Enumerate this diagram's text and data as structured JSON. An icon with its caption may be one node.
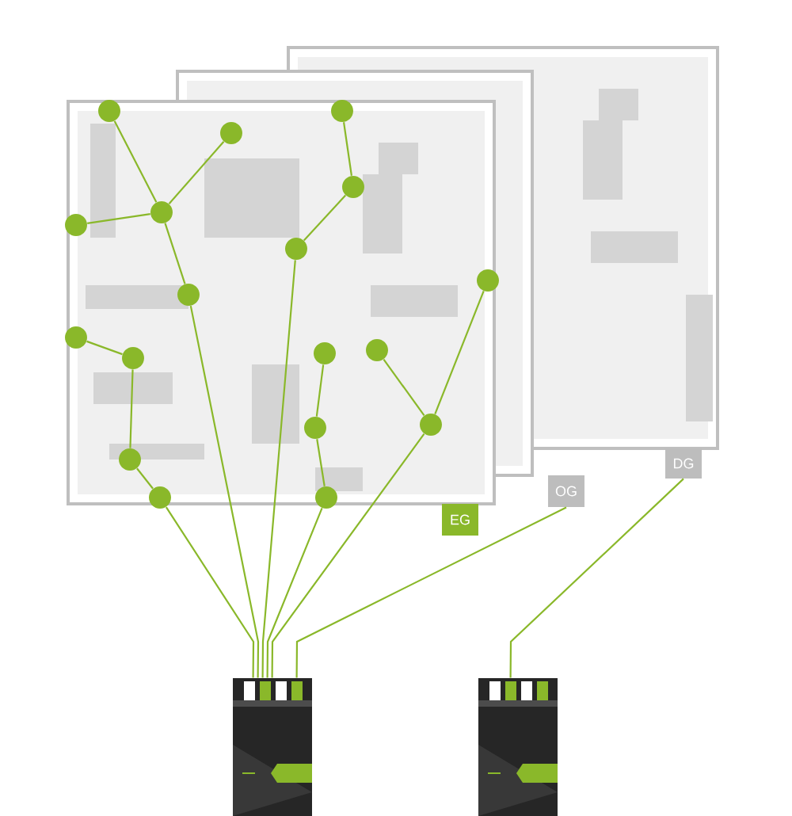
{
  "diagram": {
    "nodes": [
      {
        "text": [
          "EG"
        ]
      },
      {
        "text": [],
        "shape": "circle"
      },
      {
        "text": [],
        "shape": "circle"
      },
      {
        "text": [],
        "shape": "circle"
      },
      {
        "text": [],
        "shape": "circle"
      },
      {
        "text": [],
        "shape": "circle"
      },
      {
        "text": [],
        "shape": "circle"
      },
      {
        "text": [],
        "shape": "circle"
      },
      {
        "text": [],
        "shape": "circle"
      },
      {
        "text": [],
        "shape": "circle"
      },
      {
        "text": [],
        "shape": "circle"
      },
      {
        "text": [],
        "shape": "circle"
      },
      {
        "text": [],
        "shape": "circle"
      },
      {
        "text": [],
        "shape": "circle"
      },
      {
        "text": [],
        "shape": "circle"
      },
      {
        "text": [],
        "shape": "circle"
      },
      {
        "text": [],
        "shape": "circle"
      },
      {
        "text": [],
        "shape": "circle"
      },
      {
        "text": [],
        "shape": "circle"
      },
      {
        "text": [
          "OG"
        ]
      },
      {
        "text": [
          "DG"
        ]
      },
      {
        "text": [],
        "shape": "box"
      },
      {
        "text": [],
        "shape": "box"
      }
    ],
    "edges": [
      {
        "from": 1,
        "to": 3,
        "arrow": "none"
      },
      {
        "from": 2,
        "to": 3,
        "arrow": "none"
      },
      {
        "from": 4,
        "to": 3,
        "arrow": "none"
      },
      {
        "from": 3,
        "to": 5,
        "arrow": "none"
      },
      {
        "from": 5,
        "to": 21,
        "arrow": "none"
      },
      {
        "from": 6,
        "to": 7,
        "arrow": "none"
      },
      {
        "from": 7,
        "to": 8,
        "arrow": "none"
      },
      {
        "from": 8,
        "to": 21,
        "arrow": "none"
      },
      {
        "from": 10,
        "to": 11,
        "arrow": "none"
      },
      {
        "from": 11,
        "to": 12,
        "arrow": "none"
      },
      {
        "from": 12,
        "to": 13,
        "arrow": "none"
      },
      {
        "from": 13,
        "to": 21,
        "arrow": "none"
      },
      {
        "from": 14,
        "to": 15,
        "arrow": "none"
      },
      {
        "from": 15,
        "to": 16,
        "arrow": "none"
      },
      {
        "from": 16,
        "to": 21,
        "arrow": "none"
      },
      {
        "from": 17,
        "to": 18,
        "arrow": "none"
      },
      {
        "from": 9,
        "to": 18,
        "arrow": "none"
      },
      {
        "from": 18,
        "to": 21,
        "arrow": "none"
      },
      {
        "from": 19,
        "to": 21,
        "arrow": "none"
      },
      {
        "from": 20,
        "to": 22,
        "arrow": "none"
      }
    ]
  }
}
